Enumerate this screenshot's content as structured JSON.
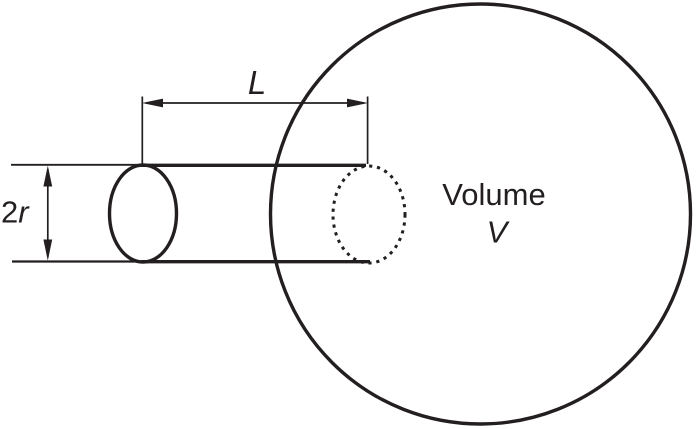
{
  "page": {
    "background_color": "#ffffff"
  },
  "figure": {
    "ink_color": "#231f20",
    "labels": {
      "neck_length": "L",
      "diameter_number": "2",
      "diameter_variable": "r",
      "volume_word": "Volume",
      "volume_variable": "V"
    }
  }
}
